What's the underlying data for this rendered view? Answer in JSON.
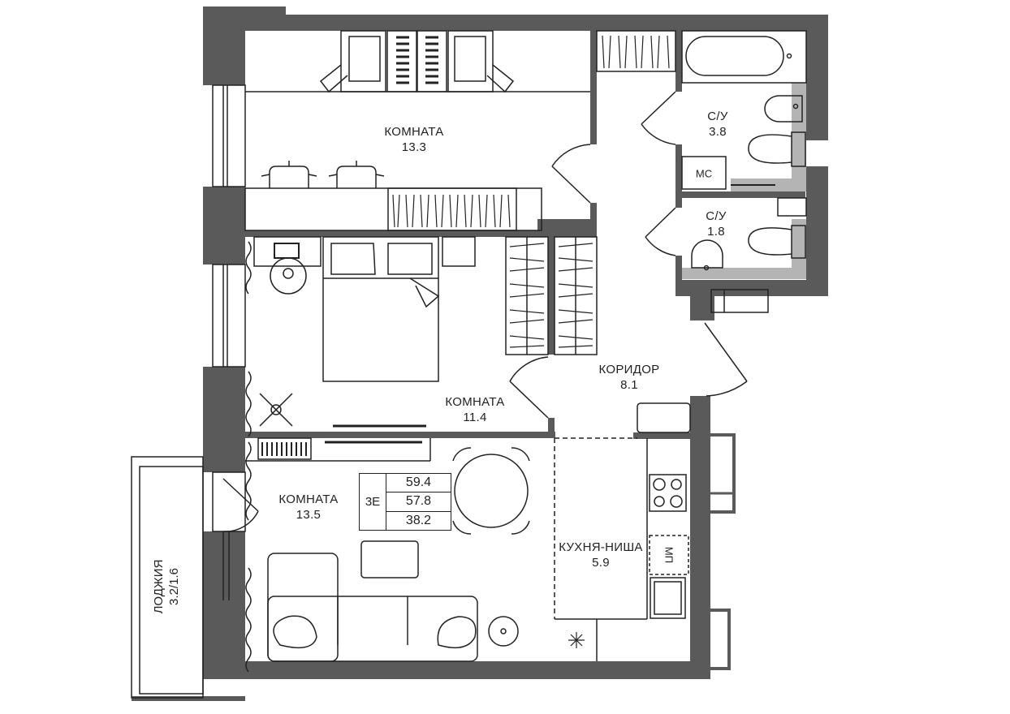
{
  "plan": {
    "apartment_type": "3Е",
    "areas": {
      "total": "59.4",
      "total_without_loggia": "57.8",
      "living": "38.2"
    },
    "rooms": [
      {
        "id": "room-1",
        "name": "КОМНАТА",
        "area": "13.3"
      },
      {
        "id": "room-2",
        "name": "КОМНАТА",
        "area": "11.4"
      },
      {
        "id": "room-3",
        "name": "КОМНАТА",
        "area": "13.5"
      },
      {
        "id": "corridor",
        "name": "КОРИДОР",
        "area": "8.1"
      },
      {
        "id": "kitchen-niche",
        "name": "КУХНЯ-НИША",
        "area": "5.9"
      },
      {
        "id": "bathroom-1",
        "name": "С/У",
        "area": "3.8"
      },
      {
        "id": "bathroom-2",
        "name": "С/У",
        "area": "1.8"
      },
      {
        "id": "loggia",
        "name": "ЛОДЖИЯ",
        "area": "3.2/1.6"
      }
    ],
    "tags": {
      "washing_machine": "МС",
      "dishwasher": "МП"
    },
    "colors": {
      "wall": "#5a5a5a",
      "wet_zone": "#b4b4b4",
      "line": "#222222",
      "background": "#ffffff"
    }
  }
}
